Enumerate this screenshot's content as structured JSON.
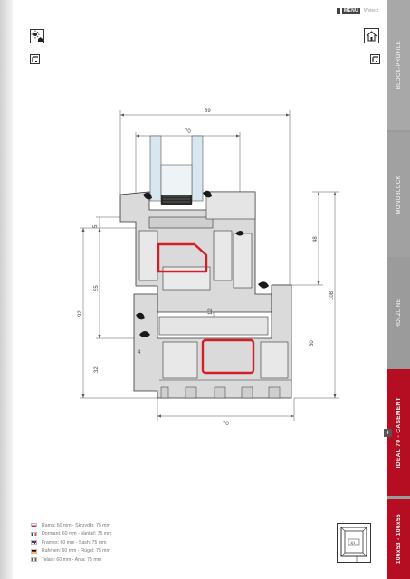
{
  "header": {
    "brand": "MENU",
    "brand_sub": "Wstecz"
  },
  "icons": {
    "top_left": "sun-house-icon",
    "top_left_small": "window-corner-icon",
    "top_right": "house-icon",
    "top_right_small": "window-corner-icon"
  },
  "sidebar": {
    "tabs": [
      "BLOCK-PROFILE",
      "MONOBLOCK",
      "HOLZLINE",
      "IDEAL 70 - CASEMENT",
      "106x53 - 106x55"
    ],
    "active_color": "#b50e22"
  },
  "drawing": {
    "dimensions": {
      "width_total": "89",
      "width_upper": "70",
      "width_bottom": "70",
      "h_5": "5",
      "h_55": "55",
      "h_92": "92",
      "h_32": "32",
      "h_48": "48",
      "h_108": "108",
      "h_60": "60",
      "h_12": "12",
      "h_4": "4"
    },
    "reinforcement_color": "#d21f26"
  },
  "legend": [
    {
      "flag": "pl",
      "text": "Rama: 60 mm - Skrzydło: 75 mm"
    },
    {
      "flag": "fr",
      "text": "Dormant: 60 mm - Vantail: 75 mm"
    },
    {
      "flag": "gb",
      "text": "Frames: 60 mm - Sash: 75 mm"
    },
    {
      "flag": "de",
      "text": "Rahmen: 60 mm - Flügel: 75 mm"
    },
    {
      "flag": "it",
      "text": "Telaio: 60 mm - Anta: 75 mm"
    }
  ]
}
